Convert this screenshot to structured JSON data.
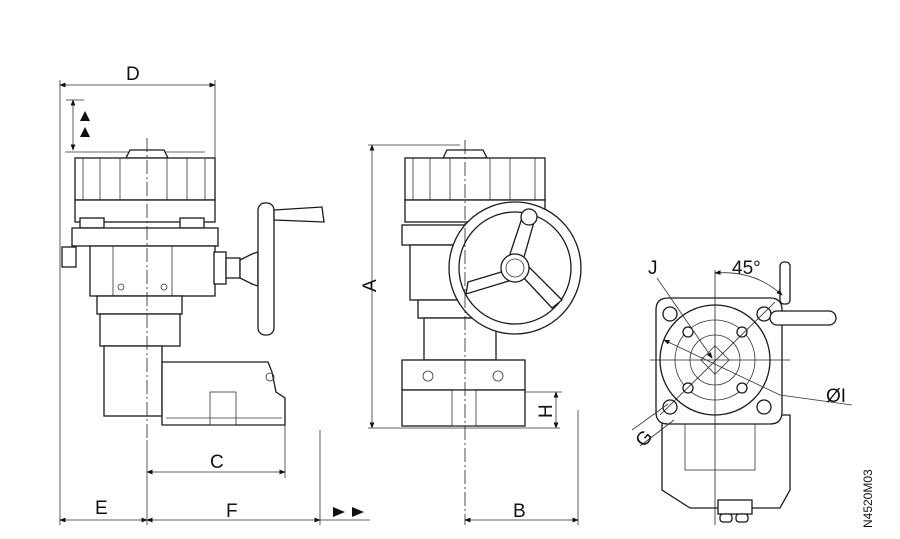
{
  "drawing": {
    "code": "N4520M03",
    "dimensions": {
      "a": "A",
      "b": "B",
      "c": "C",
      "d": "D",
      "e": "E",
      "f": "F",
      "g": "G",
      "h": "H",
      "i": "ØI",
      "j": "J",
      "angle": "45°"
    }
  }
}
